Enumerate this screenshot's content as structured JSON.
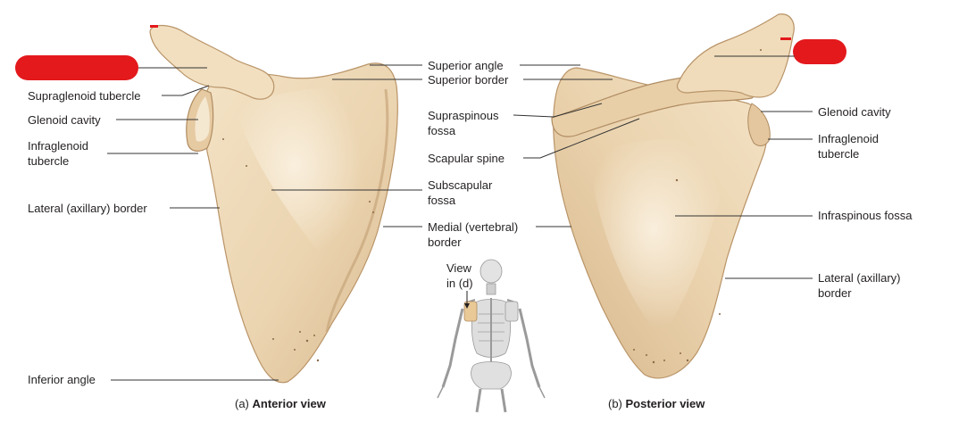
{
  "colors": {
    "bone": "#ecd7b6",
    "bone_light": "#f6e9d2",
    "bone_shadow": "#c9a77b",
    "redaction": "#e3191c",
    "leader": "#333333"
  },
  "anterior": {
    "labels": {
      "supraglenoid_tubercle": "Supraglenoid tubercle",
      "glenoid_cavity": "Glenoid cavity",
      "infraglenoid_line1": "Infraglenoid",
      "infraglenoid_line2": "tubercle",
      "lateral_border": "Lateral (axillary) border",
      "inferior_angle": "Inferior angle"
    },
    "caption_letter": "(a)",
    "caption_title": "Anterior view"
  },
  "center": {
    "labels": {
      "superior_angle": "Superior angle",
      "superior_border": "Superior border",
      "supraspinous_line1": "Supraspinous",
      "supraspinous_line2": "fossa",
      "scapular_spine": "Scapular spine",
      "subscapular_line1": "Subscapular",
      "subscapular_line2": "fossa",
      "medial_line1": "Medial (vertebral)",
      "medial_line2": "border"
    },
    "view_line1": "View",
    "view_line2": "in (d)"
  },
  "posterior": {
    "labels": {
      "glenoid_cavity": "Glenoid cavity",
      "infraglenoid_line1": "Infraglenoid",
      "infraglenoid_line2": "tubercle",
      "infraspinous_fossa": "Infraspinous fossa",
      "lateral_line1": "Lateral (axillary)",
      "lateral_line2": "border"
    },
    "caption_letter": "(b)",
    "caption_title": "Posterior view"
  }
}
